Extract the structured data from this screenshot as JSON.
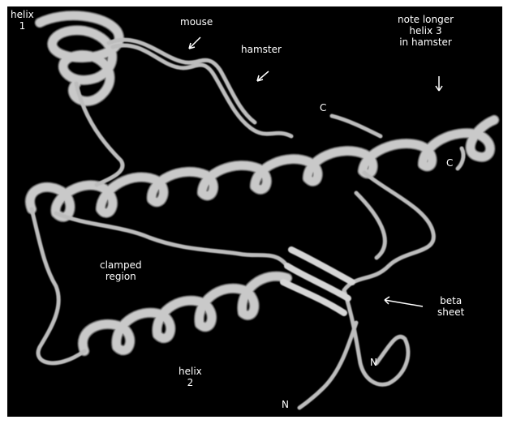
{
  "colors": {
    "background": "#000000",
    "ribbon": "#c9c9c9",
    "ribbon_shadow": "#7a7a7a",
    "label_text": "#ffffff"
  },
  "labels": {
    "helix1": [
      "helix",
      "1"
    ],
    "mouse": "mouse",
    "hamster": "hamster",
    "note": [
      "note longer",
      "helix 3",
      "in hamster"
    ],
    "c_top": "C",
    "c_right": "C",
    "clamped": [
      "clamped",
      "region"
    ],
    "beta": [
      "beta",
      "sheet"
    ],
    "helix2": [
      "helix",
      "2"
    ],
    "n_upper": "N",
    "n_lower": "N"
  },
  "icons": {
    "pointer_arrows": "arrow-icon"
  }
}
